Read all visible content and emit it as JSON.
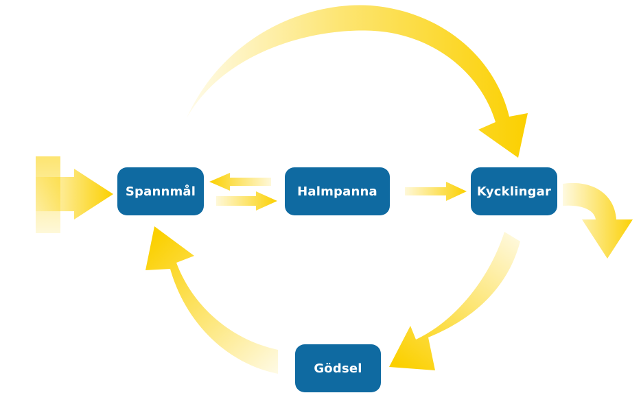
{
  "colors": {
    "node_background": "#0f6aa1",
    "node_text": "#ffffff",
    "arrow_yellow": "#fbd000",
    "arrow_pale": "#fff3c4"
  },
  "nodes": {
    "spannmal": "Spannmål",
    "halmpanna": "Halmpanna",
    "kycklingar": "Kycklingar",
    "godsel": "Gödsel"
  },
  "edges": [
    {
      "from": "input",
      "to": "spannmal"
    },
    {
      "from": "spannmal",
      "to": "kycklingar"
    },
    {
      "from": "halmpanna",
      "to": "spannmal"
    },
    {
      "from": "spannmal",
      "to": "halmpanna"
    },
    {
      "from": "halmpanna",
      "to": "kycklingar"
    },
    {
      "from": "kycklingar",
      "to": "output"
    },
    {
      "from": "kycklingar",
      "to": "godsel"
    },
    {
      "from": "godsel",
      "to": "spannmal"
    }
  ]
}
